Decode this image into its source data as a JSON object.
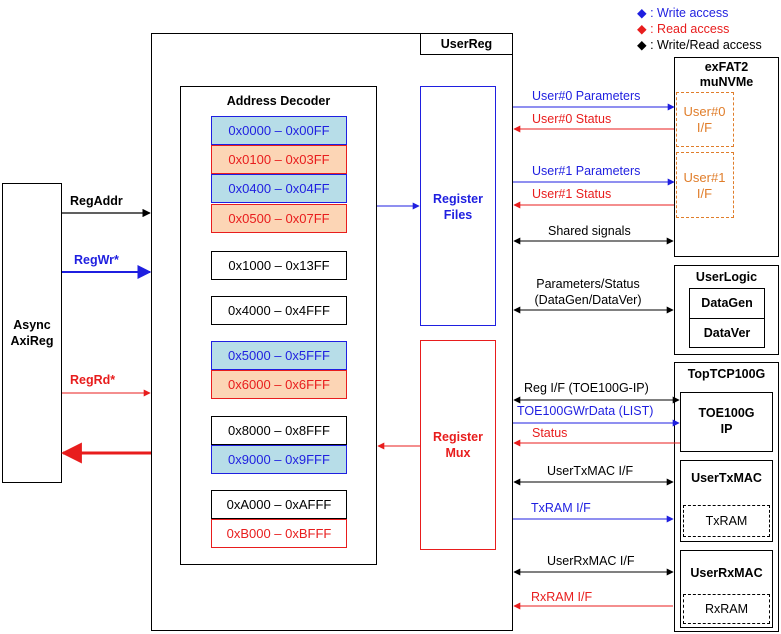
{
  "legend": {
    "write": ": Write access",
    "read": ": Read access",
    "writeread": ": Write/Read access"
  },
  "blocks": {
    "async_line1": "Async",
    "async_line2": "AxiReg",
    "userreg": "UserReg",
    "address_decoder": "Address Decoder",
    "register_files_line1": "Register",
    "register_files_line2": "Files",
    "register_mux_line1": "Register",
    "register_mux_line2": "Mux",
    "exfat_line1": "exFAT2",
    "exfat_line2": "muNVMe",
    "user0_line1": "User#0",
    "user0_line2": "I/F",
    "user1_line1": "User#1",
    "user1_line2": "I/F",
    "userlogic": "UserLogic",
    "datagen": "DataGen",
    "dataver": "DataVer",
    "toptcp": "TopTCP100G",
    "toe_line1": "TOE100G",
    "toe_line2": "IP",
    "usertxmac": "UserTxMAC",
    "txram": "TxRAM",
    "userrxmac": "UserRxMAC",
    "rxram": "RxRAM"
  },
  "address_ranges": [
    "0x0000 – 0x00FF",
    "0x0100 – 0x03FF",
    "0x0400 – 0x04FF",
    "0x0500 – 0x07FF",
    "0x1000 – 0x13FF",
    "0x4000 – 0x4FFF",
    "0x5000 – 0x5FFF",
    "0x6000 – 0x6FFF",
    "0x8000 – 0x8FFF",
    "0x9000 – 0x9FFF",
    "0xA000 – 0xAFFF",
    "0xB000 – 0xBFFF"
  ],
  "signals": {
    "regaddr": "RegAddr",
    "regwr": "RegWr*",
    "regrd": "RegRd*",
    "user0_params": "User#0 Parameters",
    "user0_status": "User#0 Status",
    "user1_params": "User#1 Parameters",
    "user1_status": "User#1 Status",
    "shared": "Shared signals",
    "params_status_line1": "Parameters/Status",
    "params_status_line2": "(DataGen/DataVer)",
    "reg_if": "Reg I/F (TOE100G-IP)",
    "toe_wrdata": "TOE100GWrData (LIST)",
    "status": "Status",
    "usertxmac_if": "UserTxMAC I/F",
    "txram_if": "TxRAM I/F",
    "userrxmac_if": "UserRxMAC I/F",
    "rxram_if": "RxRAM I/F"
  },
  "colors": {
    "write": "#1f1fe0",
    "read": "#e81d1d",
    "writeread": "#000000",
    "user_if_dashed": "#e07d2a",
    "blue_fill": "#b7dde8",
    "red_fill": "#fcd5b5"
  }
}
